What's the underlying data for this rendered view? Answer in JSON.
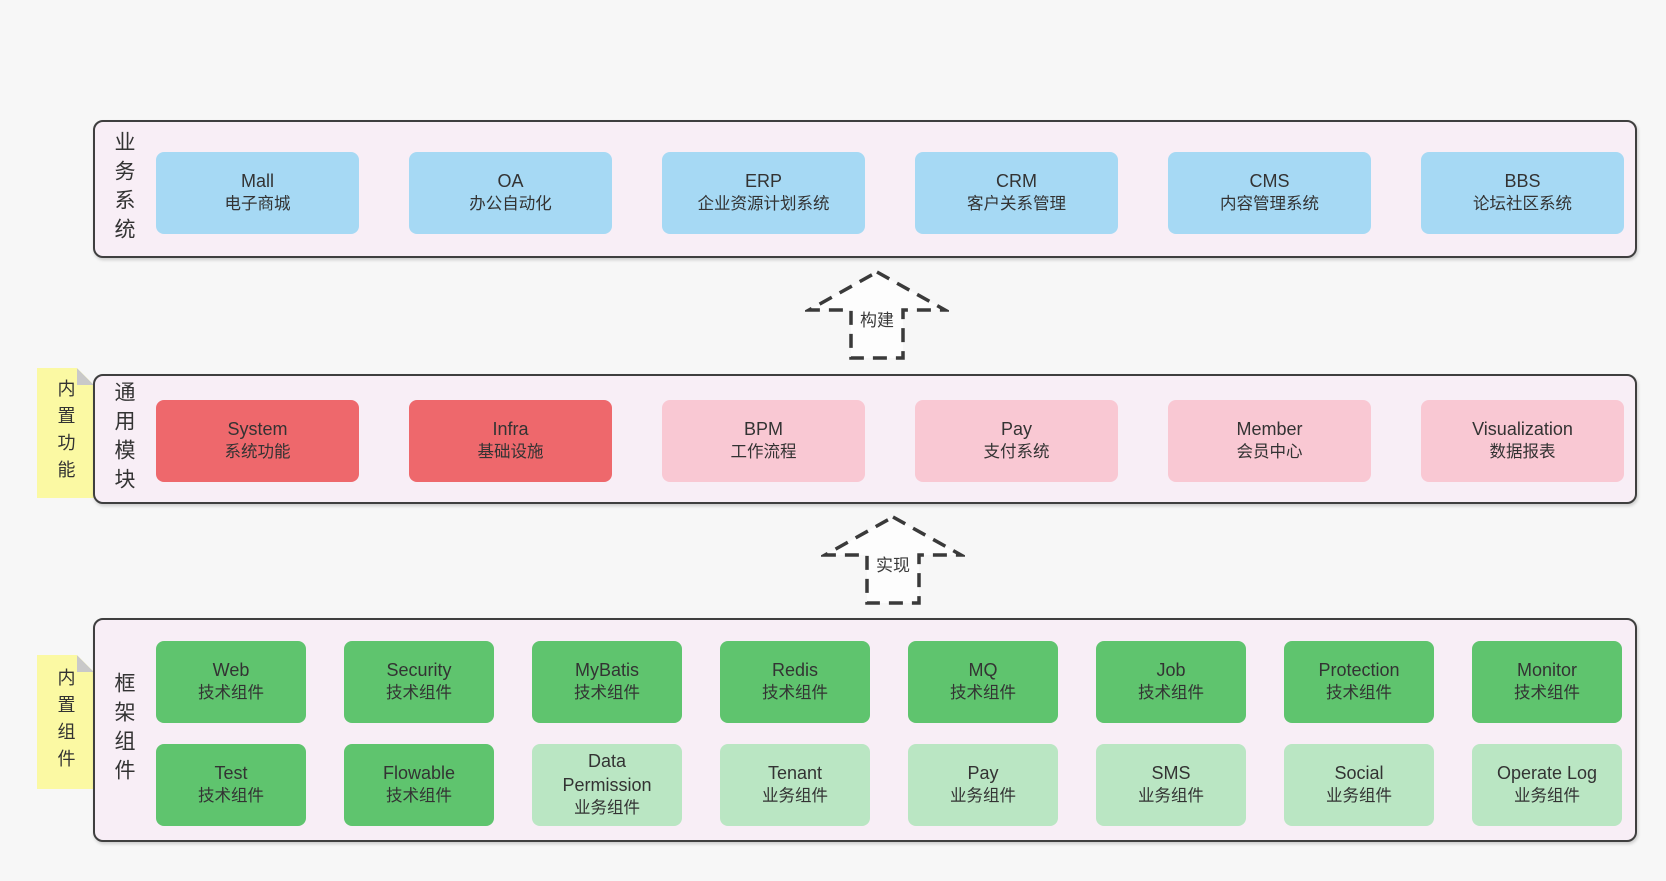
{
  "colors": {
    "page_bg": "#f7f7f7",
    "panel_bg": "#f8eef6",
    "panel_border": "#3f3f3f",
    "blue": "#a6d9f4",
    "red": "#ee686c",
    "pink": "#f9c8d3",
    "green": "#5fc46e",
    "green_light": "#bae6c3",
    "note_yellow": "#fbf9a3",
    "note_fold": "#c9c9c9",
    "text": "#333333"
  },
  "arrows": [
    {
      "label": "构建"
    },
    {
      "label": "实现"
    }
  ],
  "tiers": [
    {
      "id": "business-systems",
      "label": "业务系统",
      "boxes": [
        {
          "name": "Mall",
          "desc": "电子商城",
          "variant": "blue"
        },
        {
          "name": "OA",
          "desc": "办公自动化",
          "variant": "blue"
        },
        {
          "name": "ERP",
          "desc": "企业资源计划系统",
          "variant": "blue"
        },
        {
          "name": "CRM",
          "desc": "客户关系管理",
          "variant": "blue"
        },
        {
          "name": "CMS",
          "desc": "内容管理系统",
          "variant": "blue"
        },
        {
          "name": "BBS",
          "desc": "论坛社区系统",
          "variant": "blue"
        }
      ]
    },
    {
      "id": "common-modules",
      "label": "通用模块",
      "note": "内置功能",
      "boxes": [
        {
          "name": "System",
          "desc": "系统功能",
          "variant": "red"
        },
        {
          "name": "Infra",
          "desc": "基础设施",
          "variant": "red"
        },
        {
          "name": "BPM",
          "desc": "工作流程",
          "variant": "pink"
        },
        {
          "name": "Pay",
          "desc": "支付系统",
          "variant": "pink"
        },
        {
          "name": "Member",
          "desc": "会员中心",
          "variant": "pink"
        },
        {
          "name": "Visualization",
          "desc": "数据报表",
          "variant": "pink"
        }
      ]
    },
    {
      "id": "framework-components",
      "label": "框架组件",
      "note": "内置组件",
      "boxes": [
        {
          "name": "Web",
          "desc": "技术组件",
          "variant": "green"
        },
        {
          "name": "Security",
          "desc": "技术组件",
          "variant": "green"
        },
        {
          "name": "MyBatis",
          "desc": "技术组件",
          "variant": "green"
        },
        {
          "name": "Redis",
          "desc": "技术组件",
          "variant": "green"
        },
        {
          "name": "MQ",
          "desc": "技术组件",
          "variant": "green"
        },
        {
          "name": "Job",
          "desc": "技术组件",
          "variant": "green"
        },
        {
          "name": "Protection",
          "desc": "技术组件",
          "variant": "green"
        },
        {
          "name": "Monitor",
          "desc": "技术组件",
          "variant": "green"
        },
        {
          "name": "Test",
          "desc": "技术组件",
          "variant": "green"
        },
        {
          "name": "Flowable",
          "desc": "技术组件",
          "variant": "green"
        },
        {
          "name": "Data Permission",
          "desc": "业务组件",
          "variant": "green-light"
        },
        {
          "name": "Tenant",
          "desc": "业务组件",
          "variant": "green-light"
        },
        {
          "name": "Pay",
          "desc": "业务组件",
          "variant": "green-light"
        },
        {
          "name": "SMS",
          "desc": "业务组件",
          "variant": "green-light"
        },
        {
          "name": "Social",
          "desc": "业务组件",
          "variant": "green-light"
        },
        {
          "name": "Operate Log",
          "desc": "业务组件",
          "variant": "green-light"
        }
      ]
    }
  ]
}
